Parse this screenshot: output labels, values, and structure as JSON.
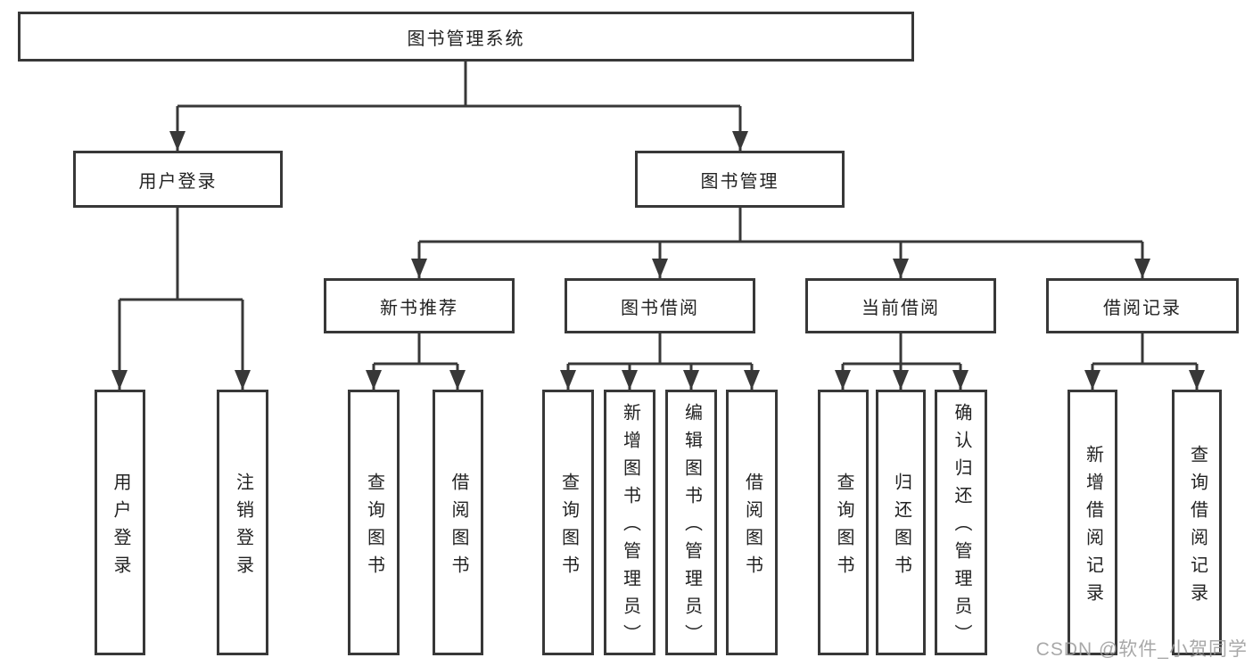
{
  "diagram": {
    "root": {
      "label": "图书管理系统",
      "children": [
        {
          "label": "用户登录",
          "children": [
            {
              "label": "用户登录"
            },
            {
              "label": "注销登录"
            }
          ]
        },
        {
          "label": "图书管理",
          "children": [
            {
              "label": "新书推荐",
              "children": [
                {
                  "label": "查询图书"
                },
                {
                  "label": "借阅图书"
                }
              ]
            },
            {
              "label": "图书借阅",
              "children": [
                {
                  "label": "查询图书"
                },
                {
                  "label": "新增图书（管理员）"
                },
                {
                  "label": "编辑图书（管理员）"
                },
                {
                  "label": "借阅图书"
                }
              ]
            },
            {
              "label": "当前借阅",
              "children": [
                {
                  "label": "查询图书"
                },
                {
                  "label": "归还图书"
                },
                {
                  "label": "确认归还（管理员）"
                }
              ]
            },
            {
              "label": "借阅记录",
              "children": [
                {
                  "label": "新增借阅记录"
                },
                {
                  "label": "查询借阅记录"
                }
              ]
            }
          ]
        }
      ]
    }
  },
  "colors": {
    "line": "#383838",
    "text": "#222222",
    "watermark": "#9e9e9e",
    "background": "#ffffff"
  },
  "watermark": {
    "text": "CSDN @软件_小贺同学"
  }
}
